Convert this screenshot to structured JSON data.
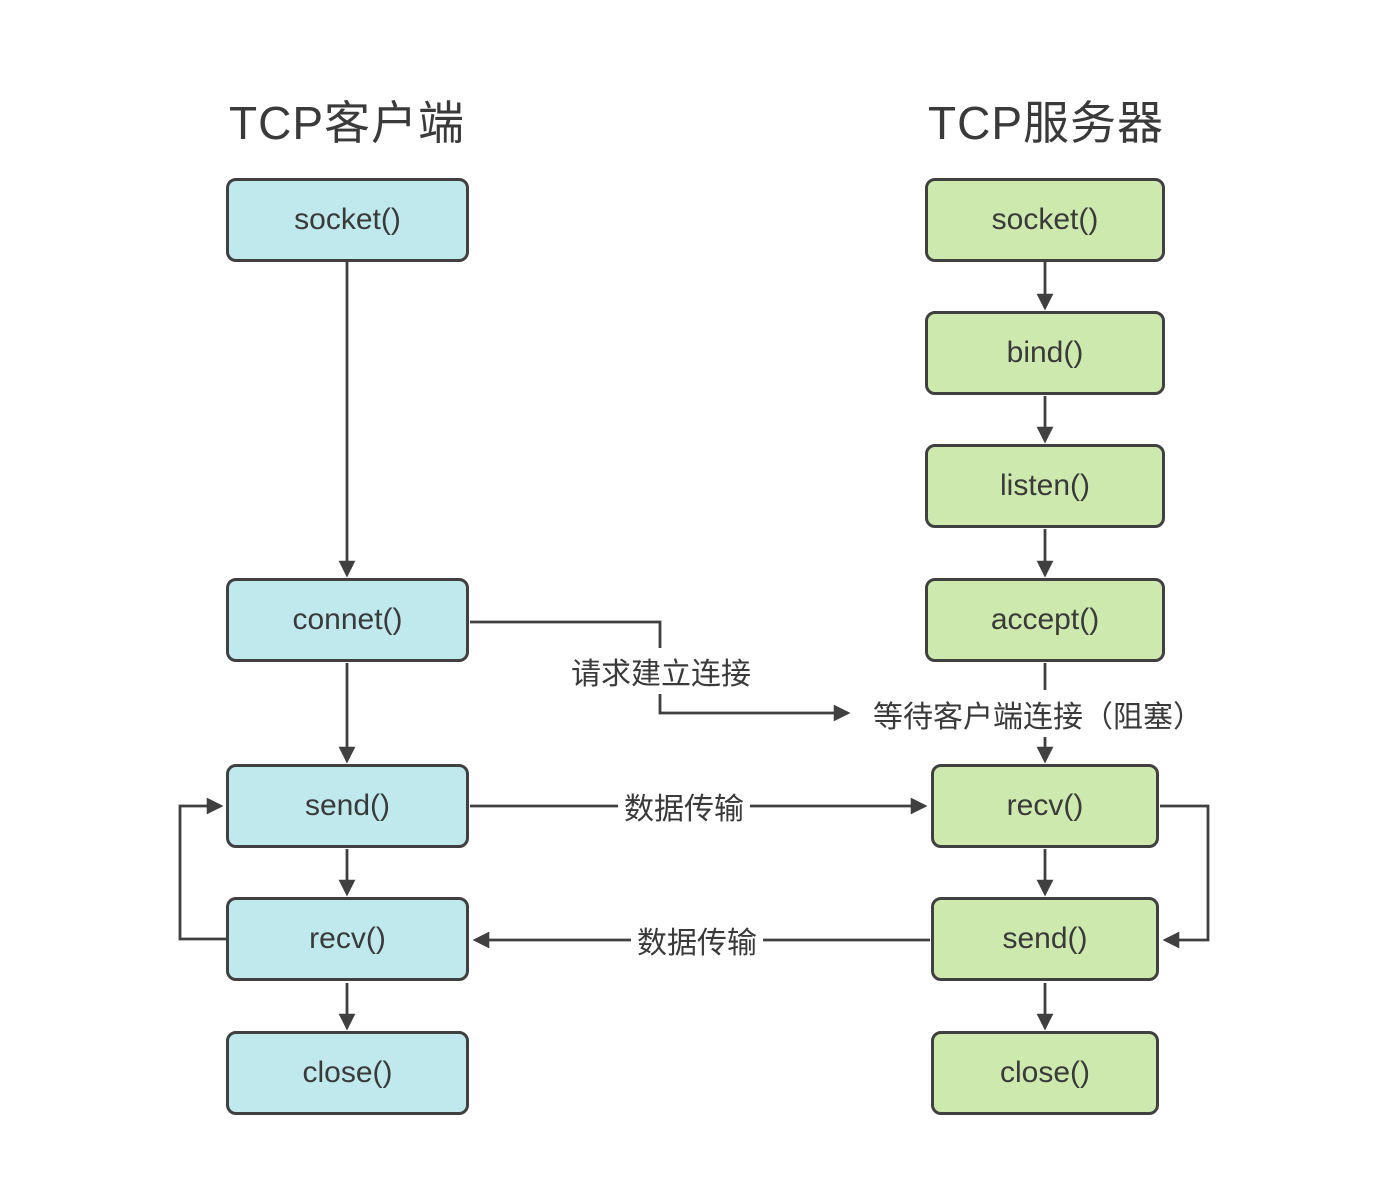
{
  "client": {
    "title": "TCP客户端",
    "color": "#bfe9ec",
    "boxes": [
      {
        "label": "socket()"
      },
      {
        "label": "connet()"
      },
      {
        "label": "send()"
      },
      {
        "label": "recv()"
      },
      {
        "label": "close()"
      }
    ]
  },
  "server": {
    "title": "TCP服务器",
    "color": "#cde9ae",
    "boxes": [
      {
        "label": "socket()"
      },
      {
        "label": "bind()"
      },
      {
        "label": "listen()"
      },
      {
        "label": "accept()"
      },
      {
        "label": "recv()"
      },
      {
        "label": "send()"
      },
      {
        "label": "close()"
      }
    ]
  },
  "labels": {
    "connect_request": "请求建立连接",
    "wait_blocking": "等待客户端连接（阻塞）",
    "data_transfer_send": "数据传输",
    "data_transfer_recv": "数据传输"
  },
  "colors": {
    "line": "#404040",
    "text": "#3a3a3a"
  }
}
